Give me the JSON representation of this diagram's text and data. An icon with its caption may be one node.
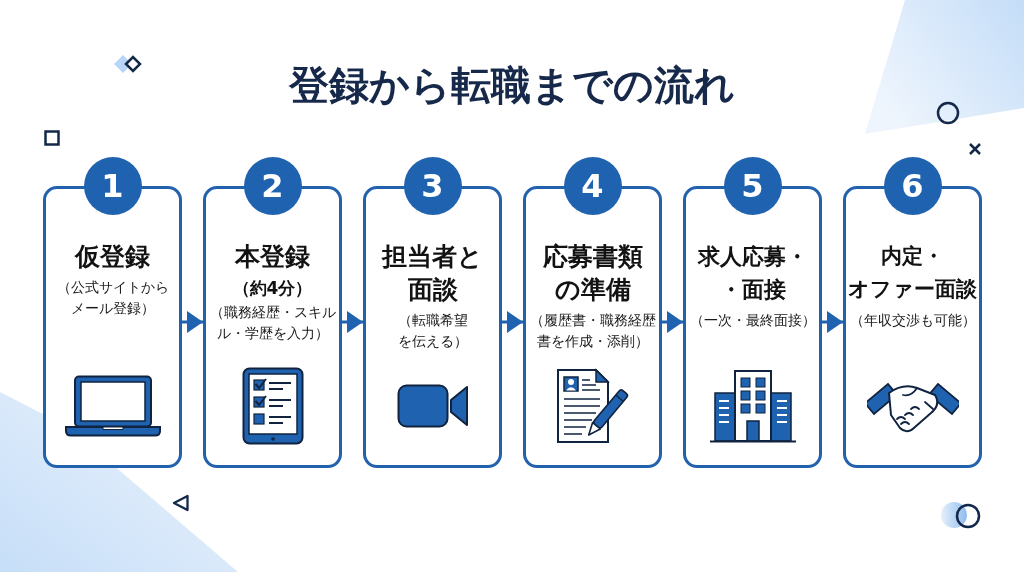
{
  "diagram": {
    "title": "登録から転職までの流れ",
    "nodes": [
      {
        "text": [
          "1",
          "仮登録",
          "（公式サイトからメール登録）"
        ]
      },
      {
        "text": [
          "2",
          "本登録",
          "（約4分）",
          "（職務経歴・スキルル・学歴を入力）"
        ]
      },
      {
        "text": [
          "3",
          "担当者と面談",
          "（転職希望を伝える）"
        ]
      },
      {
        "text": [
          "4",
          "応募書類の準備",
          "（履歴書・職務経歴書を作成・添削）"
        ]
      },
      {
        "text": [
          "5",
          "求人応募・・面接",
          "（一次・最終面接）"
        ]
      },
      {
        "text": [
          "6",
          "内定・オファー面談",
          "（年収交渉も可能）"
        ]
      }
    ],
    "edges": [
      {
        "from": 0,
        "to": 1,
        "arrow": "to"
      },
      {
        "from": 1,
        "to": 2,
        "arrow": "to"
      },
      {
        "from": 2,
        "to": 3,
        "arrow": "to"
      },
      {
        "from": 3,
        "to": 4,
        "arrow": "to"
      },
      {
        "from": 4,
        "to": 5,
        "arrow": "to"
      }
    ]
  }
}
